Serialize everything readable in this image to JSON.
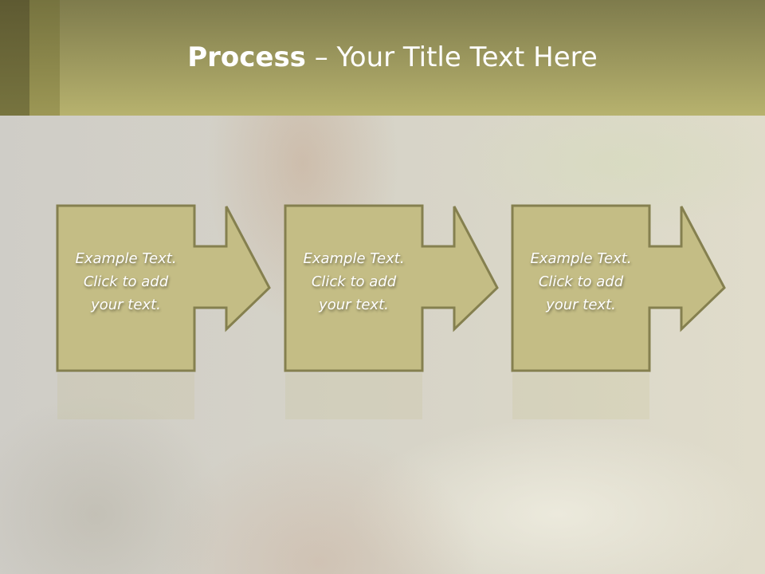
{
  "slide": {
    "title_bold": "Process",
    "title_rest": " – Your Title Text Here"
  },
  "steps": [
    {
      "line1": "Example Text.",
      "line2": "Click  to add",
      "line3": "your text."
    },
    {
      "line1": "Example Text.",
      "line2": "Click  to add",
      "line3": "your text."
    },
    {
      "line1": "Example Text.",
      "line2": "Click  to add",
      "line3": "your text."
    }
  ],
  "colors": {
    "fill": "#c4bd85",
    "stroke": "#85804f",
    "header": "#b7b26e"
  }
}
